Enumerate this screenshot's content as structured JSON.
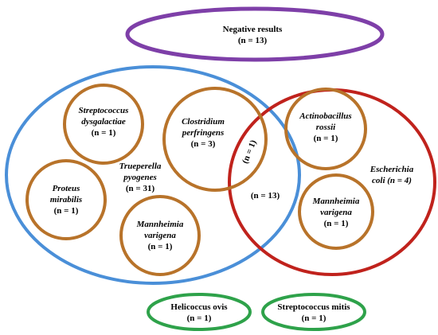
{
  "colors": {
    "negative": "#7e3fa8",
    "trueperella": "#4a8fd8",
    "escherichia": "#c0221c",
    "species": "#b8732a",
    "other": "#2ea24a"
  },
  "negative": {
    "title": "Negative results",
    "count": "(n = 13)"
  },
  "trueperella": {
    "line1": "Trueperella",
    "line2": "pyogenes",
    "count": "(n = 31)"
  },
  "escherichia": {
    "line1": "Escherichia",
    "line2": "coli (n = 4)"
  },
  "overlap": {
    "count": "(n = 13)"
  },
  "clostridium_overlap": {
    "count": "(n = 1)"
  },
  "strep_dysgalactiae": {
    "line1": "Streptococcus",
    "line2": "dysgalactiae",
    "count": "(n = 1)"
  },
  "clostridium": {
    "line1": "Clostridium",
    "line2": "perfringens",
    "count": "(n = 3)"
  },
  "proteus": {
    "line1": "Proteus",
    "line2": "mirabilis",
    "count": "(n = 1)"
  },
  "mannheimia_left": {
    "line1": "Mannheimia",
    "line2": "varigena",
    "count": "(n = 1)"
  },
  "actinobacillus": {
    "line1": "Actinobacillus",
    "line2": "rossii",
    "count": "(n = 1)"
  },
  "mannheimia_right": {
    "line1": "Mannheimia",
    "line2": "varigena",
    "count": "(n = 1)"
  },
  "helicoccus": {
    "title": "Helicoccus ovis",
    "count": "(n = 1)"
  },
  "strep_mitis": {
    "title": "Streptococcus mitis",
    "count": "(n = 1)"
  }
}
